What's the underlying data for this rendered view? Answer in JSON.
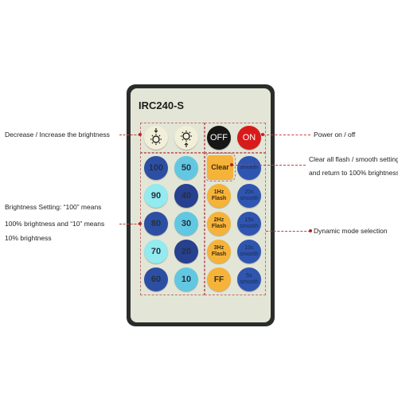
{
  "remote": {
    "model": "IRC240-S",
    "power": {
      "off_label": "OFF",
      "on_label": "ON"
    },
    "brightness_levels": [
      "100",
      "90",
      "80",
      "70",
      "60",
      "50",
      "40",
      "30",
      "20",
      "10"
    ],
    "clear_label": "Clear",
    "smooth_label": "smooth",
    "flash_buttons": [
      {
        "line1": "1Hz",
        "line2": "Flash"
      },
      {
        "line1": "2Hz",
        "line2": "Flash"
      },
      {
        "line1": "3Hz",
        "line2": "Flash"
      },
      {
        "line1": "FF",
        "line2": ""
      }
    ],
    "smooth_buttons": [
      {
        "line1": "20s",
        "line2": "smooth"
      },
      {
        "line1": "15s",
        "line2": "smooth"
      },
      {
        "line1": "10s",
        "line2": "smooth"
      },
      {
        "line1": "5s",
        "line2": "smooth"
      }
    ],
    "colors": {
      "body": "#2a2c2c",
      "face": "#e3e6d6",
      "royal_blue": "#2d4fa3",
      "sky_blue": "#62c8e2",
      "aqua": "#93eaef",
      "amber": "#f5b33a",
      "off": "#161616",
      "on": "#d71b1b"
    },
    "icons": {
      "decrease": "sun-decrease-icon",
      "increase": "sun-increase-icon"
    }
  },
  "annotations": {
    "dimmer": "Decrease / Increase the brightness",
    "power": "Power on / off",
    "clear_line1": "Clear all flash / smooth settings",
    "clear_line2": "and return to 100% brightness",
    "brightness_line1": "Brightness Setting: “100” means",
    "brightness_line2": "100% brightness and “10” means",
    "brightness_line3": "10% brightness",
    "dynamic": "Dynamic mode selection"
  }
}
